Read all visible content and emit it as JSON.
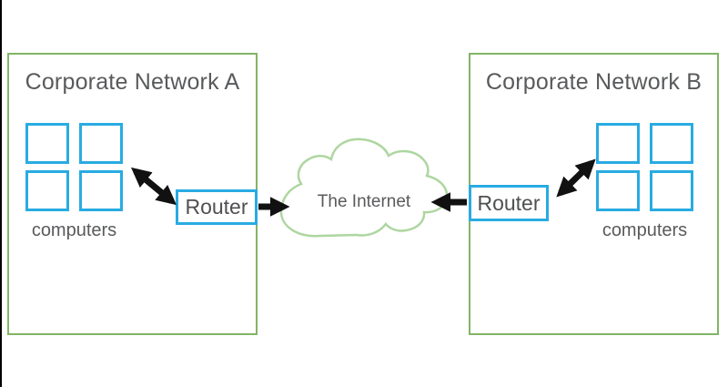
{
  "diagram_type": "network-topology",
  "networks": [
    {
      "id": "a",
      "title": "Corporate Network A",
      "computers_label": "computers",
      "computer_count": 4,
      "router_label": "Router"
    },
    {
      "id": "b",
      "title": "Corporate Network B",
      "computers_label": "computers",
      "computer_count": 4,
      "router_label": "Router"
    }
  ],
  "internet": {
    "label": "The Internet"
  },
  "connections": [
    {
      "from": "computers-a",
      "to": "router-a",
      "type": "double-arrow"
    },
    {
      "from": "router-a",
      "to": "internet",
      "type": "arrow"
    },
    {
      "from": "router-b",
      "to": "internet",
      "type": "arrow"
    },
    {
      "from": "computers-b",
      "to": "router-b",
      "type": "double-arrow"
    }
  ],
  "colors": {
    "network_border": "#82b465",
    "cloud_border": "#aed6a0",
    "device_border": "#29abe2",
    "text": "#58595b",
    "arrow": "#111111",
    "edge_line": "#000000",
    "background": "#ffffff"
  }
}
